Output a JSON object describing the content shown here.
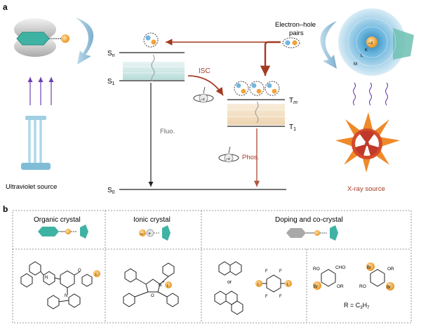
{
  "panel_a": {
    "label": "a",
    "levels": {
      "sn": "S",
      "sn_sub": "n",
      "s1": "S",
      "s1_sub": "1",
      "s0": "S",
      "s0_sub": "0",
      "tm": "T",
      "tm_sub": "m",
      "t1": "T",
      "t1_sub": "1"
    },
    "isc": "ISC",
    "fluo": "Fluo.",
    "phos": "Phos.",
    "electron_hole_pairs": [
      "Electron–hole",
      "pairs"
    ],
    "uv_source": "Ultraviolet source",
    "xray_source": "X-ray source",
    "shell_labels": {
      "k": "K",
      "l": "L",
      "m": "M"
    },
    "spin_label": "–z",
    "charge_e": "–",
    "charge_h": "+",
    "colors": {
      "teal": "#3fb3a3",
      "red": "#a33a22",
      "orange": "#f2a33a",
      "blue": "#6fb6e0",
      "purple": "#6a3fb0"
    }
  },
  "panel_b": {
    "label": "b",
    "columns": [
      {
        "title": "Organic crystal"
      },
      {
        "title": "Ionic crystal"
      },
      {
        "title": "Doping and co-crystal"
      }
    ],
    "atoms": {
      "i": "I",
      "n": "N",
      "o": "O",
      "f": "F",
      "br": "Br",
      "cho": "CHO",
      "ro": "RO",
      "or": "OR",
      "r": "R",
      "plus": "+"
    },
    "or_word": "or",
    "r_formula": {
      "prefix": "R = C",
      "sub1": "3",
      "mid": "H",
      "sub2": "7"
    }
  }
}
